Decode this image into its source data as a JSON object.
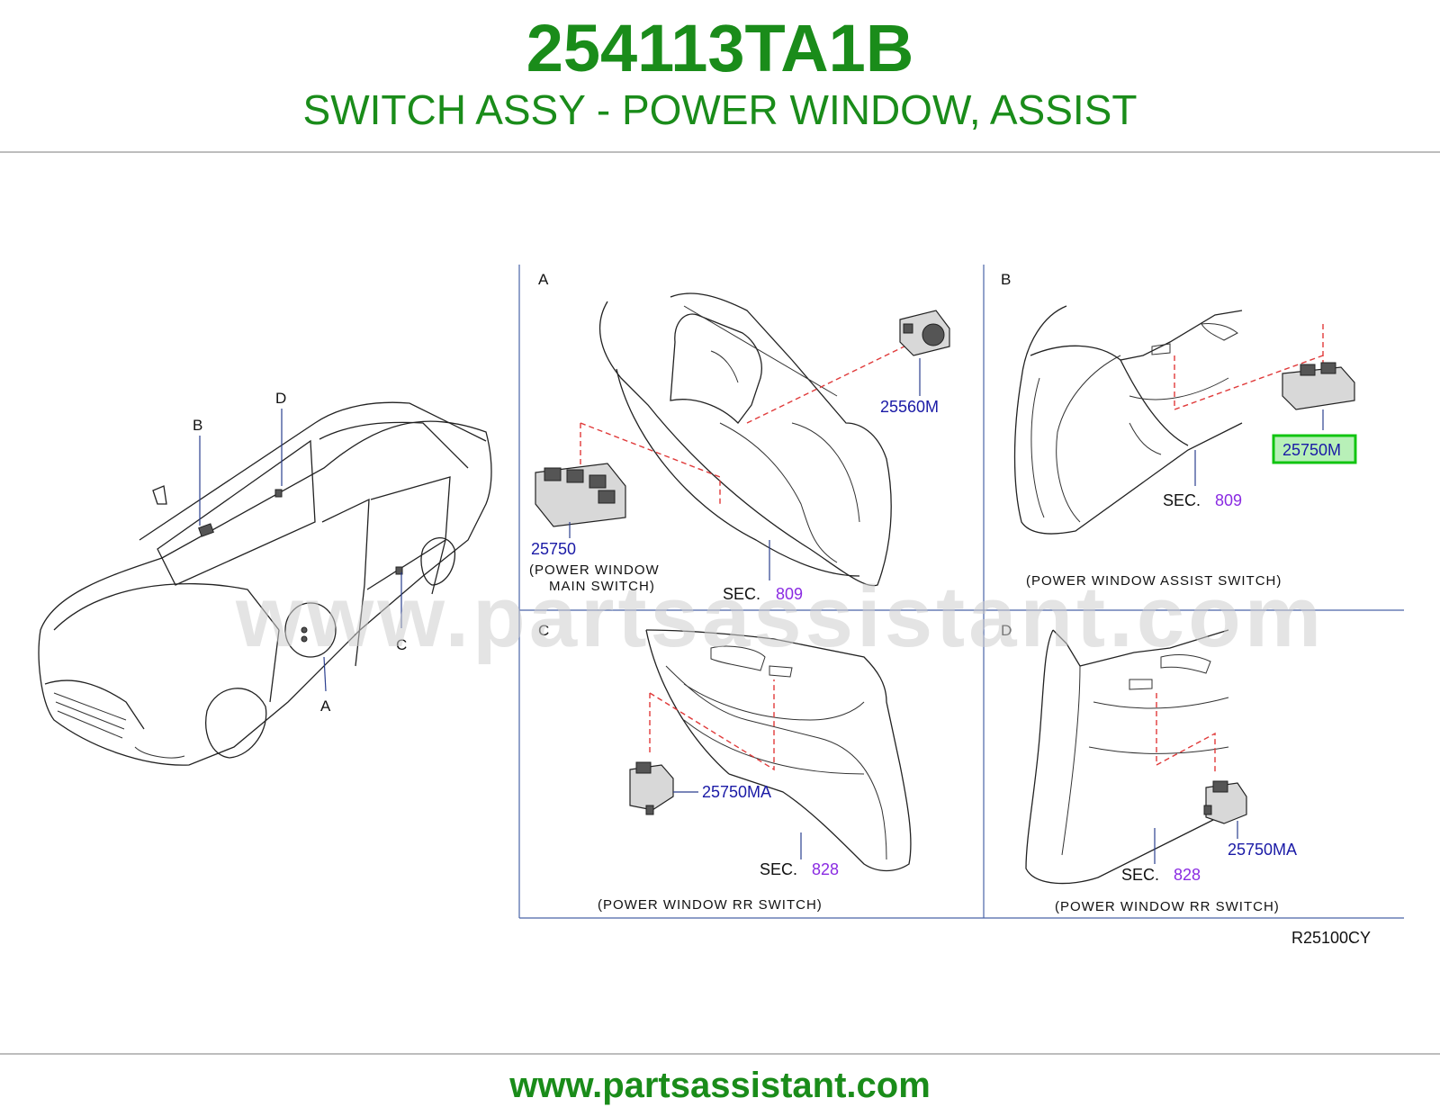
{
  "header": {
    "part_number": "254113TA1B",
    "part_name": "SWITCH ASSY - POWER WINDOW, ASSIST"
  },
  "footer": {
    "url": "www.partsassistant.com"
  },
  "watermark": "www.partsassistant.com",
  "overview": {
    "callouts": {
      "a": "A",
      "b": "B",
      "c": "C",
      "d": "D"
    }
  },
  "panels": {
    "a": {
      "letter": "A",
      "part_main": "25750",
      "part_main_desc_1": "(POWER   WINDOW",
      "part_main_desc_2": "MAIN   SWITCH)",
      "part_other": "25560M",
      "sec_label": "SEC.",
      "sec_num": "809"
    },
    "b": {
      "letter": "B",
      "part": "25750M",
      "sec_label": "SEC.",
      "sec_num": "809",
      "caption": "(POWER   WINDOW   ASSIST   SWITCH)"
    },
    "c": {
      "letter": "C",
      "part": "25750MA",
      "sec_label": "SEC.",
      "sec_num": "828",
      "caption": "(POWER   WINDOW   RR   SWITCH)"
    },
    "d": {
      "letter": "D",
      "part": "25750MA",
      "sec_label": "SEC.",
      "sec_num": "828",
      "caption": "(POWER   WINDOW   RR   SWITCH)"
    }
  },
  "diagram_code": "R25100CY",
  "colors": {
    "brand_green": "#1a8c1a",
    "part_blue": "#1a1aa6",
    "section_purple": "#8a2be2",
    "highlight_box": "#11c411",
    "dashed_red": "#e03a3a"
  }
}
